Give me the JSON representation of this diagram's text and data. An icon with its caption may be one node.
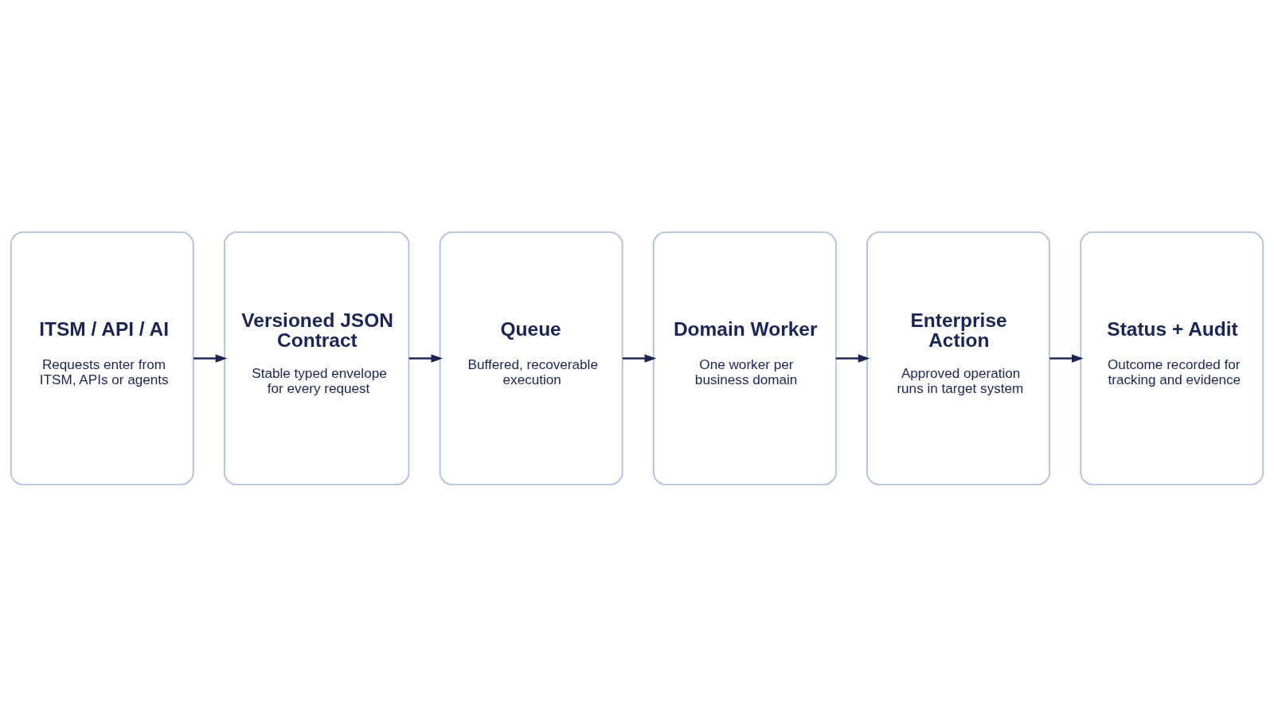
{
  "diagram": {
    "nodes": [
      {
        "text": [
          "ITSM / API / AI",
          "Requests enter from ITSM, APIs or agents"
        ]
      },
      {
        "text": [
          "Versioned JSON Contract",
          "Stable typed envelope for every request"
        ]
      },
      {
        "text": [
          "Queue",
          "Buffered, recoverable execution"
        ]
      },
      {
        "text": [
          "Domain Worker",
          "One worker per business domain"
        ]
      },
      {
        "text": [
          "Enterprise Action",
          "Approved operation runs in target system"
        ]
      },
      {
        "text": [
          "Status + Audit",
          "Outcome recorded for tracking and evidence"
        ]
      }
    ],
    "edges": [
      {
        "from": 0,
        "to": 1,
        "arrow": "to"
      },
      {
        "from": 1,
        "to": 2,
        "arrow": "to"
      },
      {
        "from": 2,
        "to": 3,
        "arrow": "to"
      },
      {
        "from": 3,
        "to": 4,
        "arrow": "to"
      },
      {
        "from": 4,
        "to": 5,
        "arrow": "to"
      }
    ]
  }
}
